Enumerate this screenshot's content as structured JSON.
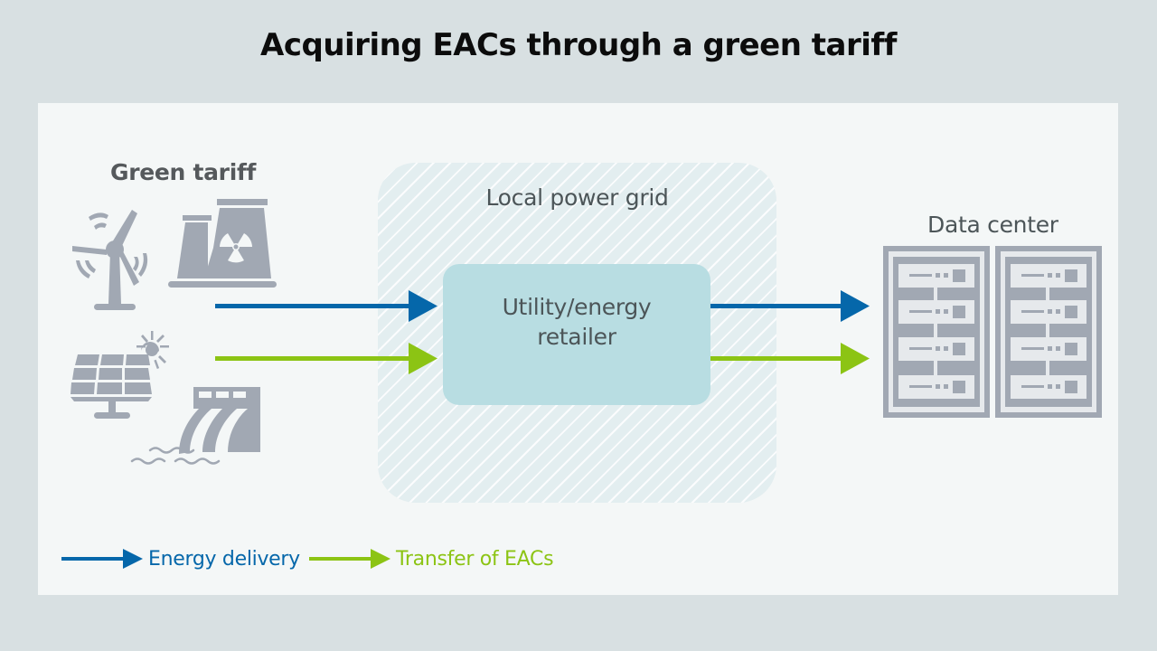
{
  "title": "Acquiring EACs through a green tariff",
  "colors": {
    "background": "#d8e0e2",
    "panel": "#f4f7f7",
    "energy_delivery": "#0567aa",
    "eac_transfer": "#8cc414",
    "icon_gray": "#a1a8b3",
    "retailer_fill": "#b8dde2",
    "grid_fill": "#e3eef0"
  },
  "sources": {
    "label": "Green tariff",
    "icons": [
      "wind-turbine-icon",
      "nuclear-plant-icon",
      "solar-panel-icon",
      "hydro-dam-icon"
    ]
  },
  "grid": {
    "label": "Local power grid",
    "retailer": {
      "line1": "Utility/energy",
      "line2": "retailer"
    }
  },
  "destination": {
    "label": "Data center",
    "racks": 2,
    "servers_per_rack": 4
  },
  "flows": [
    {
      "name": "Energy delivery",
      "color": "#0567aa"
    },
    {
      "name": "Transfer of EACs",
      "color": "#8cc414"
    }
  ],
  "legend": {
    "energy_delivery": "Energy delivery",
    "eac_transfer": "Transfer of EACs"
  }
}
